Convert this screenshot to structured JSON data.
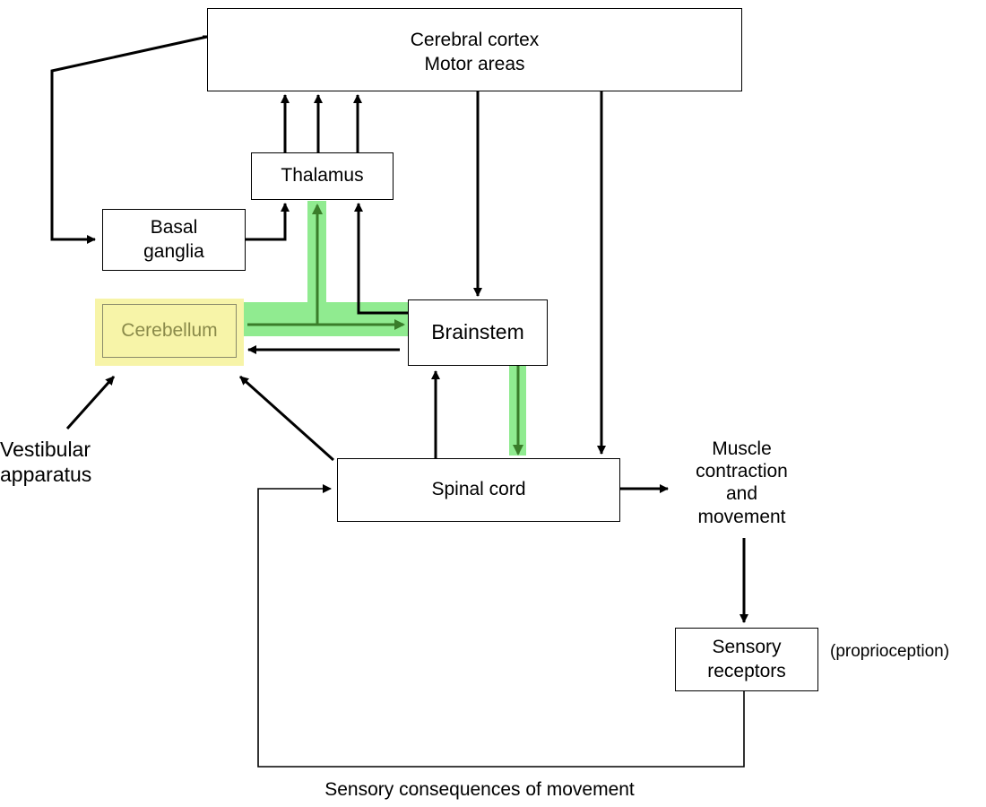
{
  "diagram": {
    "nodes": {
      "cortex": "Cerebral cortex\nMotor areas",
      "thalamus": "Thalamus",
      "basal_ganglia": "Basal\nganglia",
      "cerebellum": "Cerebellum",
      "brainstem": "Brainstem",
      "spinal_cord": "Spinal cord",
      "sensory_receptors": "Sensory\nreceptors"
    },
    "labels": {
      "muscle": "Muscle\ncontraction\nand\nmovement",
      "vestibular": "Vestibular\napparatus",
      "proprioception": "(proprioception)",
      "sensory_consequences": "Sensory consequences of movement"
    },
    "colors": {
      "highlight_green": "#7de87d",
      "highlight_yellow": "#f7f4a8",
      "line": "#000000",
      "green_arrow": "#3a7d2a"
    }
  }
}
